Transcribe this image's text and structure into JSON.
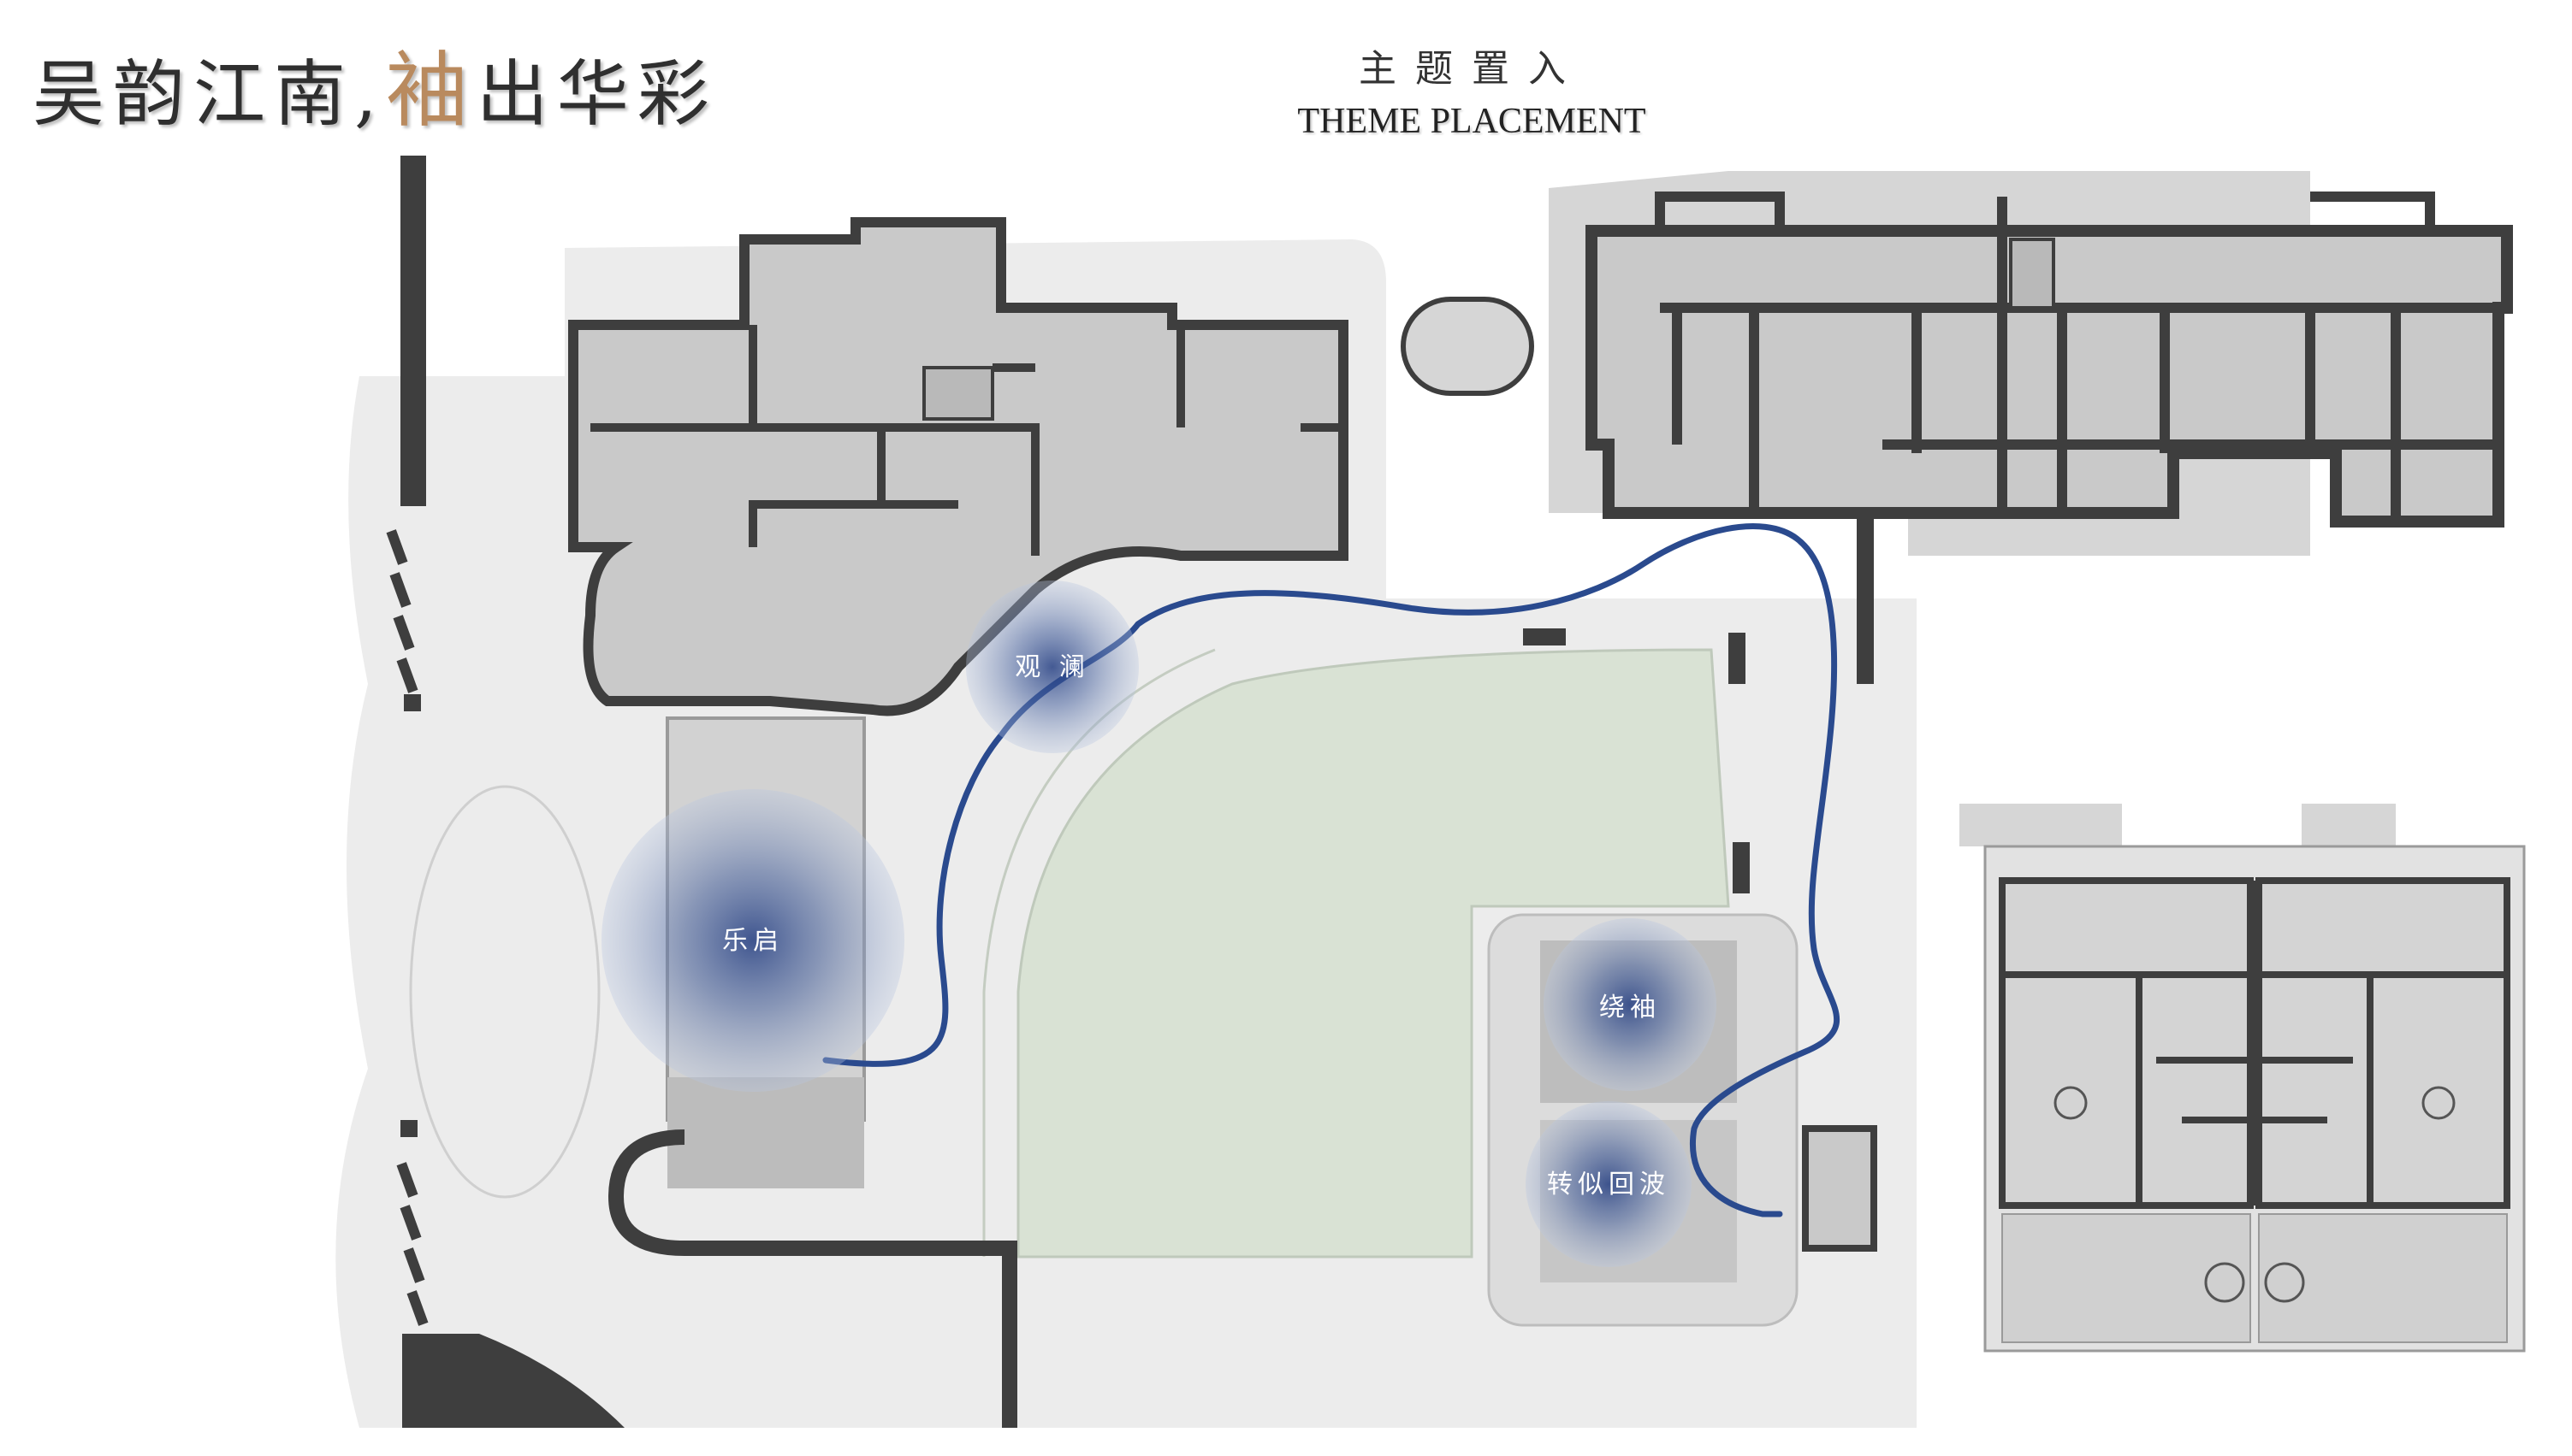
{
  "header": {
    "title_prefix": "吴韵江南,",
    "title_accent": "袖",
    "title_suffix": "出华彩",
    "subtitle_cn": "主题置入",
    "subtitle_en": "THEME PLACEMENT"
  },
  "zones": [
    {
      "id": "guanlan",
      "label": "观 澜"
    },
    {
      "id": "leqi",
      "label": "乐启"
    },
    {
      "id": "raoxiu",
      "label": "绕袖"
    },
    {
      "id": "zhuansi",
      "label": "转似回波"
    }
  ],
  "colors": {
    "route": "#2a4a8e",
    "lawn": "#d9e2d4",
    "paving": "#ececec",
    "building": "#c9c9c9",
    "wall": "#3e3e3e",
    "accent": "#b98a5e"
  }
}
